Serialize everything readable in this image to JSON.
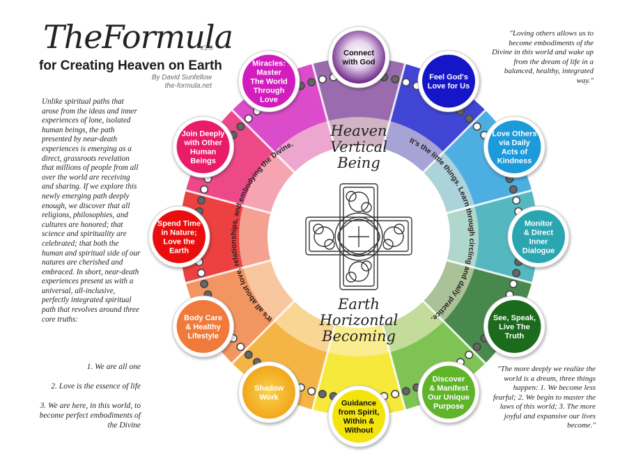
{
  "header": {
    "title": "TheFormula",
    "version": "v3.0",
    "subtitle": "for Creating Heaven on Earth",
    "author": "By David Sunfellow",
    "site": "the-formula.net"
  },
  "intro_text": "Unlike spiritual paths that arose from the ideas and inner experiences of lone, isolated human beings, the path presented by near-death experiences is emerging as a direct, grassroots revelation that millions of people from all over the world are receiving and sharing. If we explore this newly emerging path deeply enough, we discover that all religions, philosophies, and cultures are honored; that science and spirituality are celebrated; that both the human and spiritual side of our natures are cherished and embraced. In short, near-death experiences present us with a universal, all-inclusive, perfectly integrated spiritual path that revolves around three core truths:",
  "truths": [
    "1. We are all one",
    "2. Love is the essence of life",
    "3. We are here, in this world, to become perfect embodiments of the Divine"
  ],
  "quotes": {
    "top_right": "\"Loving others allows us to become embodiments of the Divine in this world and wake up from the dream of life in a balanced, healthy, integrated way.\"",
    "bottom_right": "\"The more deeply we realize the world is a dream, three things happen: 1. We become less fearful; 2. We begin to master the laws of this world; 3. The more joyful and expansive our lives become.\""
  },
  "center": {
    "heaven_lines": [
      "Heaven",
      "Vertical",
      "Being"
    ],
    "earth_lines": [
      "Earth",
      "Horizontal",
      "Becoming"
    ]
  },
  "ring_text": {
    "left": "It's all about love, relationships, and embodying the Divine.",
    "right": "It's the little things. Learn through circling and daily practice."
  },
  "colors": {
    "connect": "#7a3a94",
    "feel": "#1216c9",
    "love_others": "#1f9ad9",
    "monitor": "#2ba6b0",
    "see_speak": "#1b6a1f",
    "discover": "#5fb42a",
    "guidance": "#f4e40a",
    "shadow": "#f2a218",
    "body_care": "#f07a3a",
    "spend_time": "#e91010",
    "join": "#e91c6a",
    "miracles": "#d21fbd"
  },
  "nodes": [
    {
      "key": "connect",
      "label": [
        "Connect",
        "with God"
      ]
    },
    {
      "key": "feel",
      "label": [
        "Feel God's",
        "Love for Us"
      ]
    },
    {
      "key": "love_others",
      "label": [
        "Love Others",
        "via Daily",
        "Acts of",
        "Kindness"
      ]
    },
    {
      "key": "monitor",
      "label": [
        "Monitor",
        "& Direct",
        "Inner",
        "Dialogue"
      ]
    },
    {
      "key": "see_speak",
      "label": [
        "See, Speak,",
        "Live The",
        "Truth"
      ]
    },
    {
      "key": "discover",
      "label": [
        "Discover",
        "& Manifest",
        "Our Unique",
        "Purpose"
      ]
    },
    {
      "key": "guidance",
      "label": [
        "Guidance",
        "from Spirit,",
        "Within &",
        "Without"
      ]
    },
    {
      "key": "shadow",
      "label": [
        "Shadow",
        "Work"
      ]
    },
    {
      "key": "body_care",
      "label": [
        "Body Care",
        "& Healthy",
        "Lifestyle"
      ]
    },
    {
      "key": "spend_time",
      "label": [
        "Spend Time",
        "in Nature;",
        "Love the",
        "Earth"
      ]
    },
    {
      "key": "join",
      "label": [
        "Join Deeply",
        "with Other",
        "Human",
        "Beings"
      ]
    },
    {
      "key": "miracles",
      "label": [
        "Miracles:",
        "Master",
        "The World",
        "Through",
        "Love"
      ]
    }
  ]
}
